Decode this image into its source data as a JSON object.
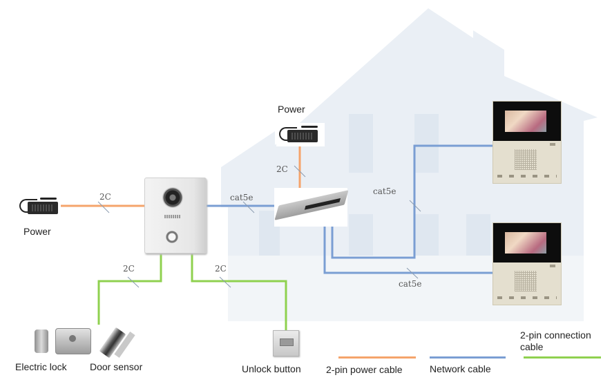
{
  "diagram": {
    "title": "Video intercom wiring diagram",
    "devices": {
      "power_left": {
        "label": "Power"
      },
      "power_top": {
        "label": "Power"
      },
      "door_station": {
        "label": ""
      },
      "poe_switch": {
        "label": ""
      },
      "monitor_1": {
        "label": ""
      },
      "monitor_2": {
        "label": ""
      },
      "electric_lock": {
        "label": "Electric lock"
      },
      "door_sensor": {
        "label": "Door sensor"
      },
      "unlock_button": {
        "label": "Unlock button"
      }
    },
    "cable_labels": {
      "power_left_to_station": "2C",
      "power_top_to_switch": "2C",
      "station_to_switch": "cat5e",
      "switch_to_monitor_1": "cat5e",
      "switch_to_monitor_2": "cat5e",
      "station_to_lock": "2C",
      "station_to_unlock": "2C"
    },
    "connections": [
      {
        "from": "power_left",
        "to": "door_station",
        "type": "power"
      },
      {
        "from": "power_top",
        "to": "poe_switch",
        "type": "power"
      },
      {
        "from": "door_station",
        "to": "poe_switch",
        "type": "network"
      },
      {
        "from": "poe_switch",
        "to": "monitor_1",
        "type": "network"
      },
      {
        "from": "poe_switch",
        "to": "monitor_2",
        "type": "network"
      },
      {
        "from": "door_station",
        "to": "electric_lock",
        "type": "connection"
      },
      {
        "from": "door_station",
        "to": "unlock_button",
        "type": "connection"
      }
    ],
    "legend": [
      {
        "key": "power",
        "label": "2-pin power cable",
        "color": "#f5a46b"
      },
      {
        "key": "network",
        "label": "Network cable",
        "color": "#7a9ed3"
      },
      {
        "key": "connection",
        "label": "2-pin connection cable",
        "color": "#8fd14f"
      }
    ],
    "colors": {
      "house": "#e9eef4",
      "house_window": "#dde6ef",
      "text": "#222222",
      "cable_text": "#555555"
    }
  }
}
